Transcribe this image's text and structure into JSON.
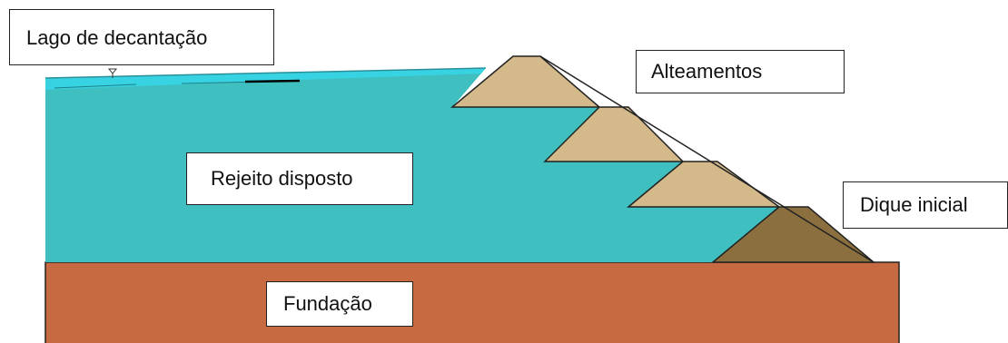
{
  "labels": {
    "lago": "Lago de decantação",
    "alteamentos": "Alteamentos",
    "rejeito": "Rejeito disposto",
    "dique": "Dique inicial",
    "fundacao": "Fundação"
  },
  "colors": {
    "tailings": "#3fbfbf",
    "water": "#33ccdd",
    "raise_fill": "#d4b98a",
    "starter_dike": "#8b6f3e",
    "foundation": "#c86a41",
    "outline": "#222222"
  }
}
